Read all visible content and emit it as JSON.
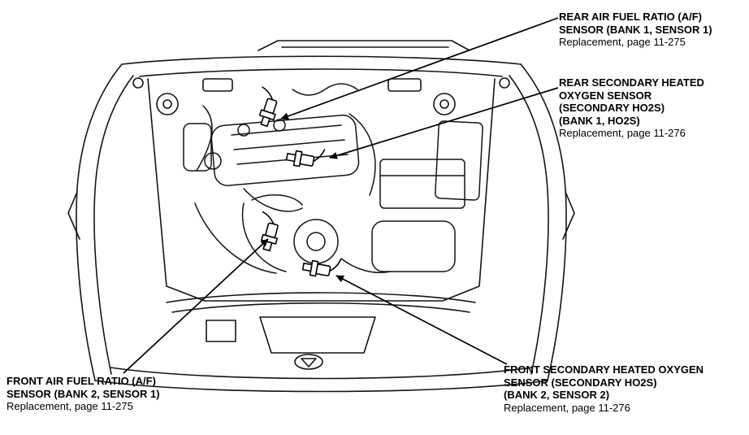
{
  "page": {
    "ink": "#000000",
    "background": "#ffffff"
  },
  "diagram": {
    "callouts": [
      {
        "id": "rear-af-sensor",
        "lines": [
          "REAR AIR FUEL RATIO (A/F)",
          "SENSOR (BANK 1, SENSOR 1)"
        ],
        "note": "Replacement, page 11-275"
      },
      {
        "id": "rear-secondary-ho2s",
        "lines": [
          "REAR SECONDARY HEATED",
          "OXYGEN SENSOR",
          "(SECONDARY HO2S)",
          "(BANK 1, HO2S)"
        ],
        "note": "Replacement, page 11-276"
      },
      {
        "id": "front-af-sensor",
        "lines": [
          "FRONT AIR FUEL RATIO (A/F)",
          "SENSOR (BANK 2, SENSOR 1)"
        ],
        "note": "Replacement, page 11-275"
      },
      {
        "id": "front-secondary-ho2s",
        "lines": [
          "FRONT SECONDARY HEATED OXYGEN",
          "SENSOR (SECONDARY HO2S)",
          "(BANK 2, SENSOR 2)"
        ],
        "note": "Replacement, page 11-276"
      }
    ]
  }
}
